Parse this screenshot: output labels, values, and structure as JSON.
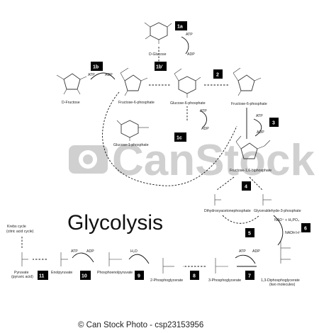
{
  "title": "Glycolysis",
  "watermark": "CanStock",
  "footer": "© Can Stock Photo - csp23153956",
  "steps": [
    "1a",
    "1b",
    "1b'",
    "1c",
    "2",
    "3",
    "4",
    "5",
    "6",
    "7",
    "8",
    "9",
    "10",
    "11"
  ],
  "compounds": {
    "d_glucose": "D-Glucose",
    "d_fructose": "D-Fructose",
    "fructose_6p_left": "Fructose-6-phosphate",
    "glucose_6p": "Glucose-6-phosphate",
    "fructose_6p_right": "Fructose-6-phosphate",
    "glucose_1p": "Glucose-1-phosphate",
    "fructose_16bp": "Fructose-1,6-biphosphate",
    "dhap": "Dihydroxyacetonephosphate",
    "g3p": "Glyceraldehyde-3-phosphate",
    "bpg13": "1,3-Diphosphoglycerate",
    "bpg13_note": "(two molecules)",
    "pg3": "3-Phosphoglycerate",
    "pg2": "2-Phosphoglycerate",
    "pep": "Phosphoenolpyruvate",
    "enolpyruvate": "Enolpyruvate",
    "pyruvate": "Pyruvate",
    "pyruvate_note": "(pyruvic acid)",
    "krebs": "Krebs cycle",
    "krebs_note": "(citric acid cycle)"
  },
  "cofactors": {
    "atp": "ATP",
    "adp": "ADP",
    "nad": "NAD⁺ + H₃PO₄",
    "nadh": "NADH H⁺",
    "h2o": "H₂O"
  }
}
